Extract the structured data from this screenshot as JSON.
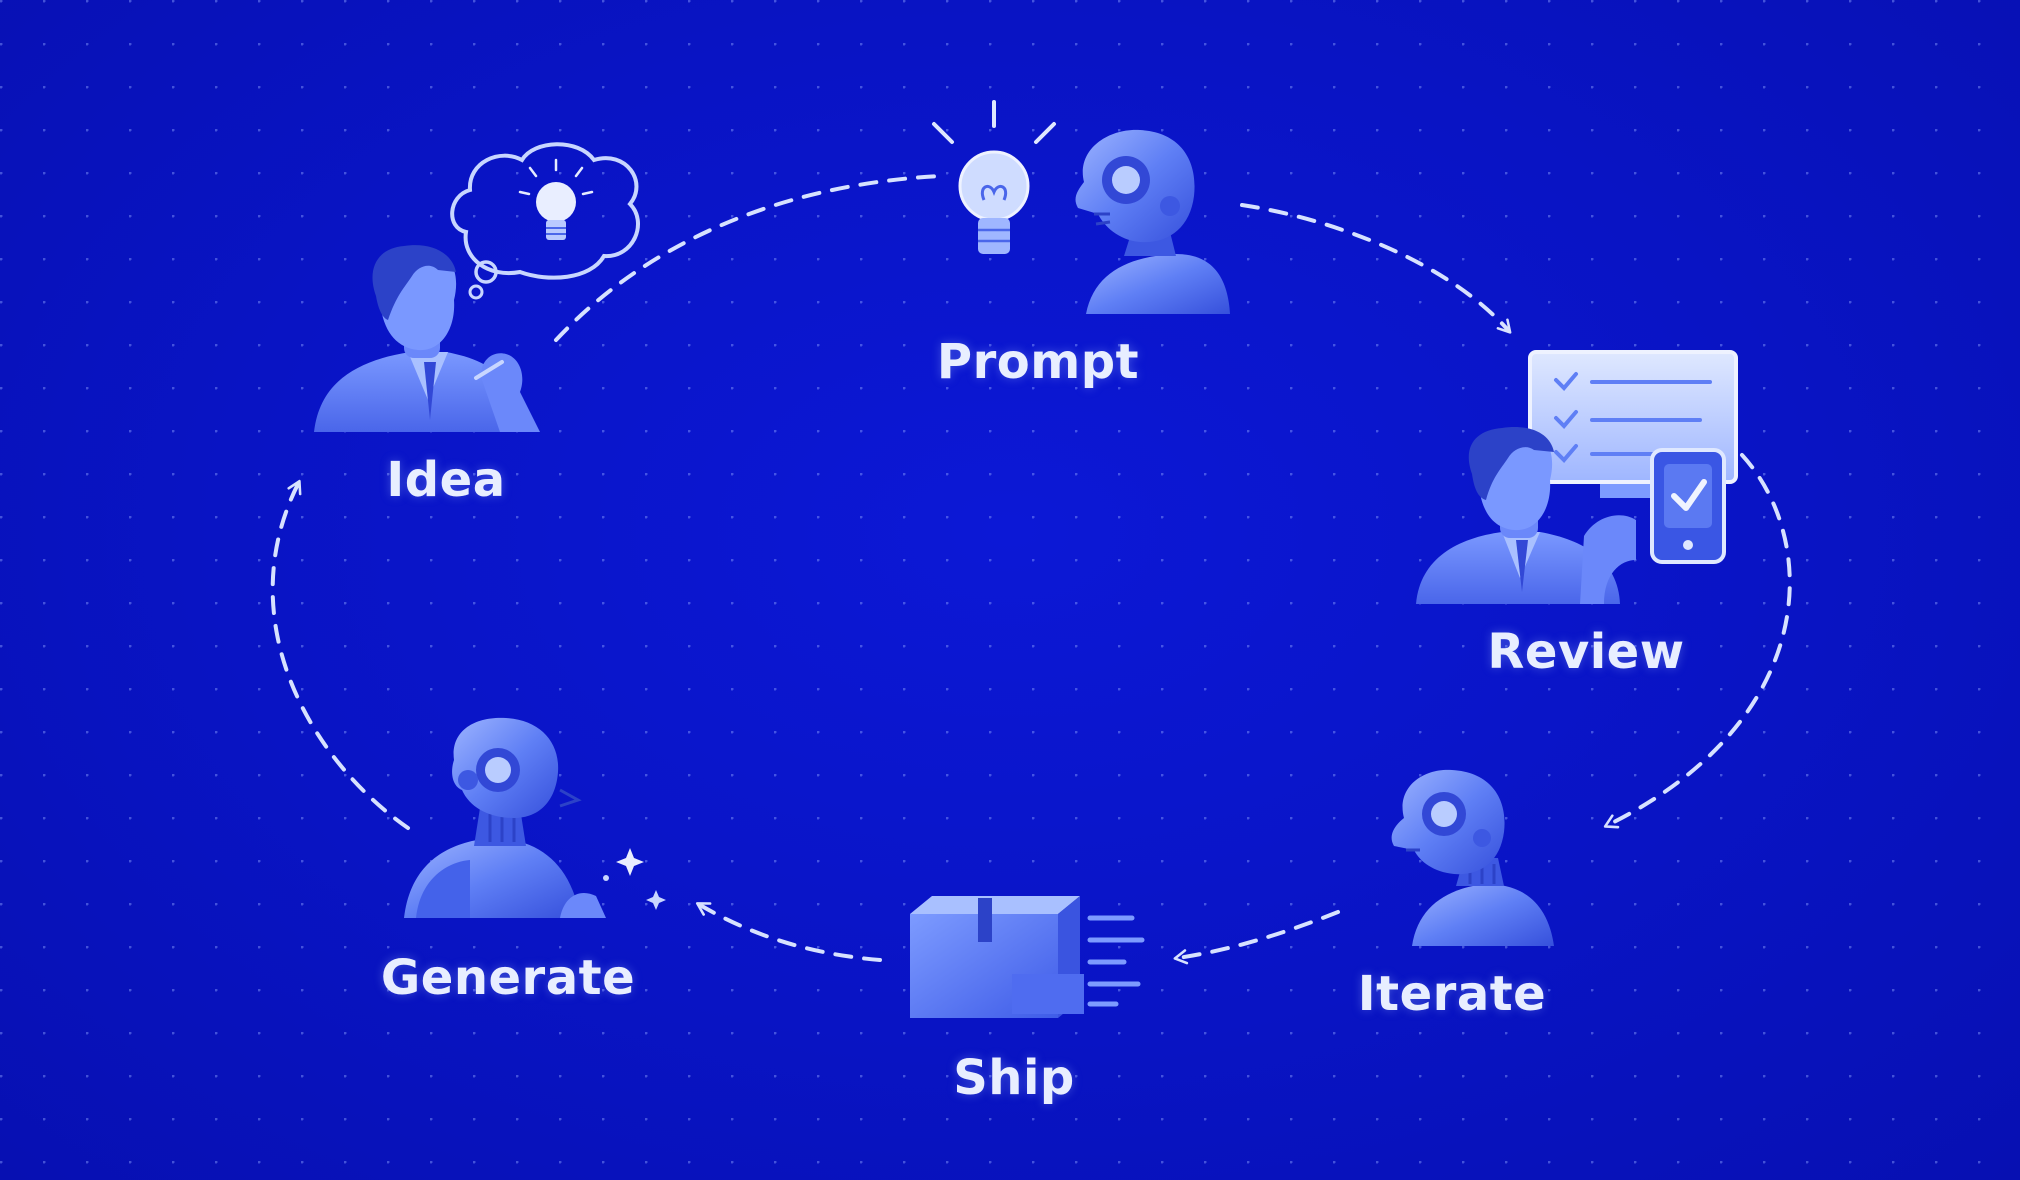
{
  "diagram": {
    "type": "cycle",
    "direction": "clockwise",
    "colors": {
      "background": "#0a14c8",
      "illustration": "#5a7cf5",
      "illustration_light": "#a9c0ff",
      "outline": "#c8d6ff",
      "arrow": "#d7e2ff",
      "label": "#e8eeff"
    },
    "steps": [
      {
        "id": "idea",
        "label": "Idea",
        "icon": "person-thinking-lightbulb-icon"
      },
      {
        "id": "prompt",
        "label": "Prompt",
        "icon": "lightbulb-robot-icon"
      },
      {
        "id": "review",
        "label": "Review",
        "icon": "person-monitor-checklist-icon"
      },
      {
        "id": "iterate",
        "label": "Iterate",
        "icon": "robot-head-icon"
      },
      {
        "id": "ship",
        "label": "Ship",
        "icon": "moving-package-icon"
      },
      {
        "id": "generate",
        "label": "Generate",
        "icon": "robot-sparkles-icon"
      }
    ],
    "connections": [
      {
        "from": "idea",
        "to": "prompt"
      },
      {
        "from": "prompt",
        "to": "review"
      },
      {
        "from": "review",
        "to": "iterate"
      },
      {
        "from": "iterate",
        "to": "ship"
      },
      {
        "from": "ship",
        "to": "generate"
      },
      {
        "from": "generate",
        "to": "idea"
      }
    ]
  }
}
